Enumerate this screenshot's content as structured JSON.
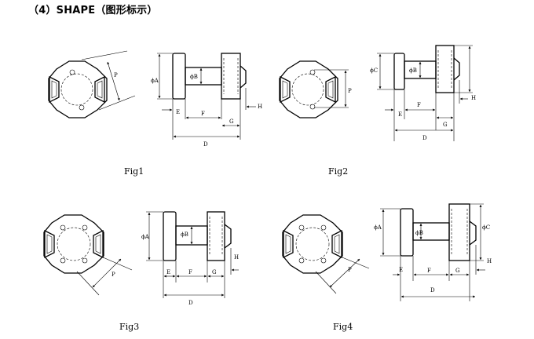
{
  "heading": "（4）SHAPE（图形标示）",
  "labels": {
    "A": "A",
    "B": "B",
    "C": "C",
    "D": "D",
    "E": "E",
    "F": "F",
    "G": "G",
    "H": "H",
    "P": "P",
    "phi": "ϕ"
  },
  "figures": [
    {
      "caption": "Fig1",
      "dims": [
        "P",
        "A",
        "B",
        "E",
        "F",
        "G",
        "H",
        "D"
      ]
    },
    {
      "caption": "Fig2",
      "dims": [
        "C",
        "B",
        "P",
        "E",
        "F",
        "G",
        "H",
        "D"
      ]
    },
    {
      "caption": "Fig3",
      "dims": [
        "P",
        "A",
        "B",
        "E",
        "F",
        "G",
        "H",
        "D"
      ]
    },
    {
      "caption": "Fig4",
      "dims": [
        "P",
        "A",
        "B",
        "C",
        "E",
        "F",
        "G",
        "H",
        "D"
      ]
    }
  ],
  "icons": {
    "front-view": "rounded-square flange with two trapezoid tabs and a dashed pitch circle",
    "side-view": "two flanges joined by a shaft with dimension arrows"
  }
}
